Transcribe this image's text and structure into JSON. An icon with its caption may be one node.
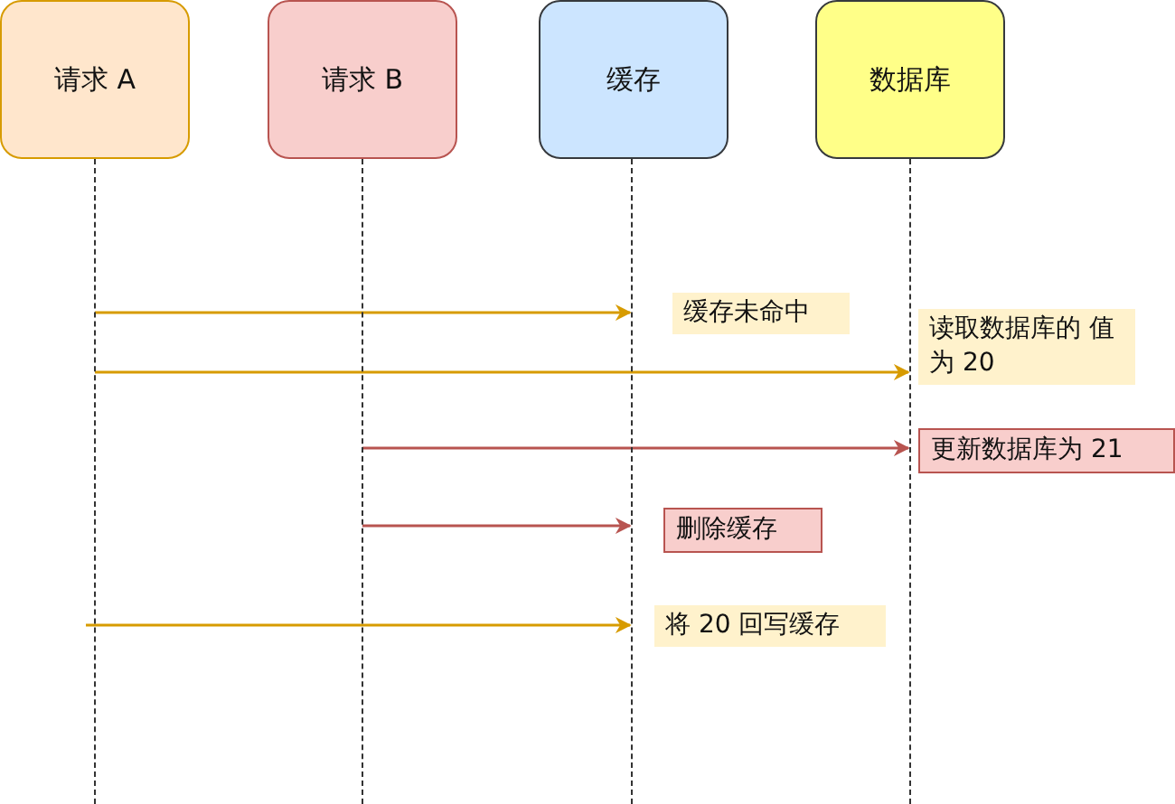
{
  "diagram": {
    "nodes": [
      {
        "text": [
          "请求 A"
        ]
      },
      {
        "text": [
          "请求 B"
        ]
      },
      {
        "text": [
          "缓存"
        ]
      },
      {
        "text": [
          "数据库"
        ]
      },
      {
        "text": [],
        "shape": "line"
      },
      {
        "text": [],
        "shape": "line"
      },
      {
        "text": [],
        "shape": "line"
      },
      {
        "text": [],
        "shape": "line"
      }
    ],
    "edges": [
      {
        "from": 4,
        "to": 6,
        "arrow": "to",
        "label": "缓存未命中",
        "color": "#d79b00"
      },
      {
        "from": 4,
        "to": 7,
        "arrow": "to",
        "label": "读取数据库的 值为 20",
        "color": "#d79b00"
      },
      {
        "from": 5,
        "to": 7,
        "arrow": "to",
        "label": "更新数据库为 21",
        "color": "#b85450"
      },
      {
        "from": 5,
        "to": 6,
        "arrow": "to",
        "label": "删除缓存",
        "color": "#b85450"
      },
      {
        "from": 4,
        "to": 6,
        "arrow": "to",
        "label": "将 20 回写缓存",
        "color": "#d79b00"
      }
    ]
  }
}
